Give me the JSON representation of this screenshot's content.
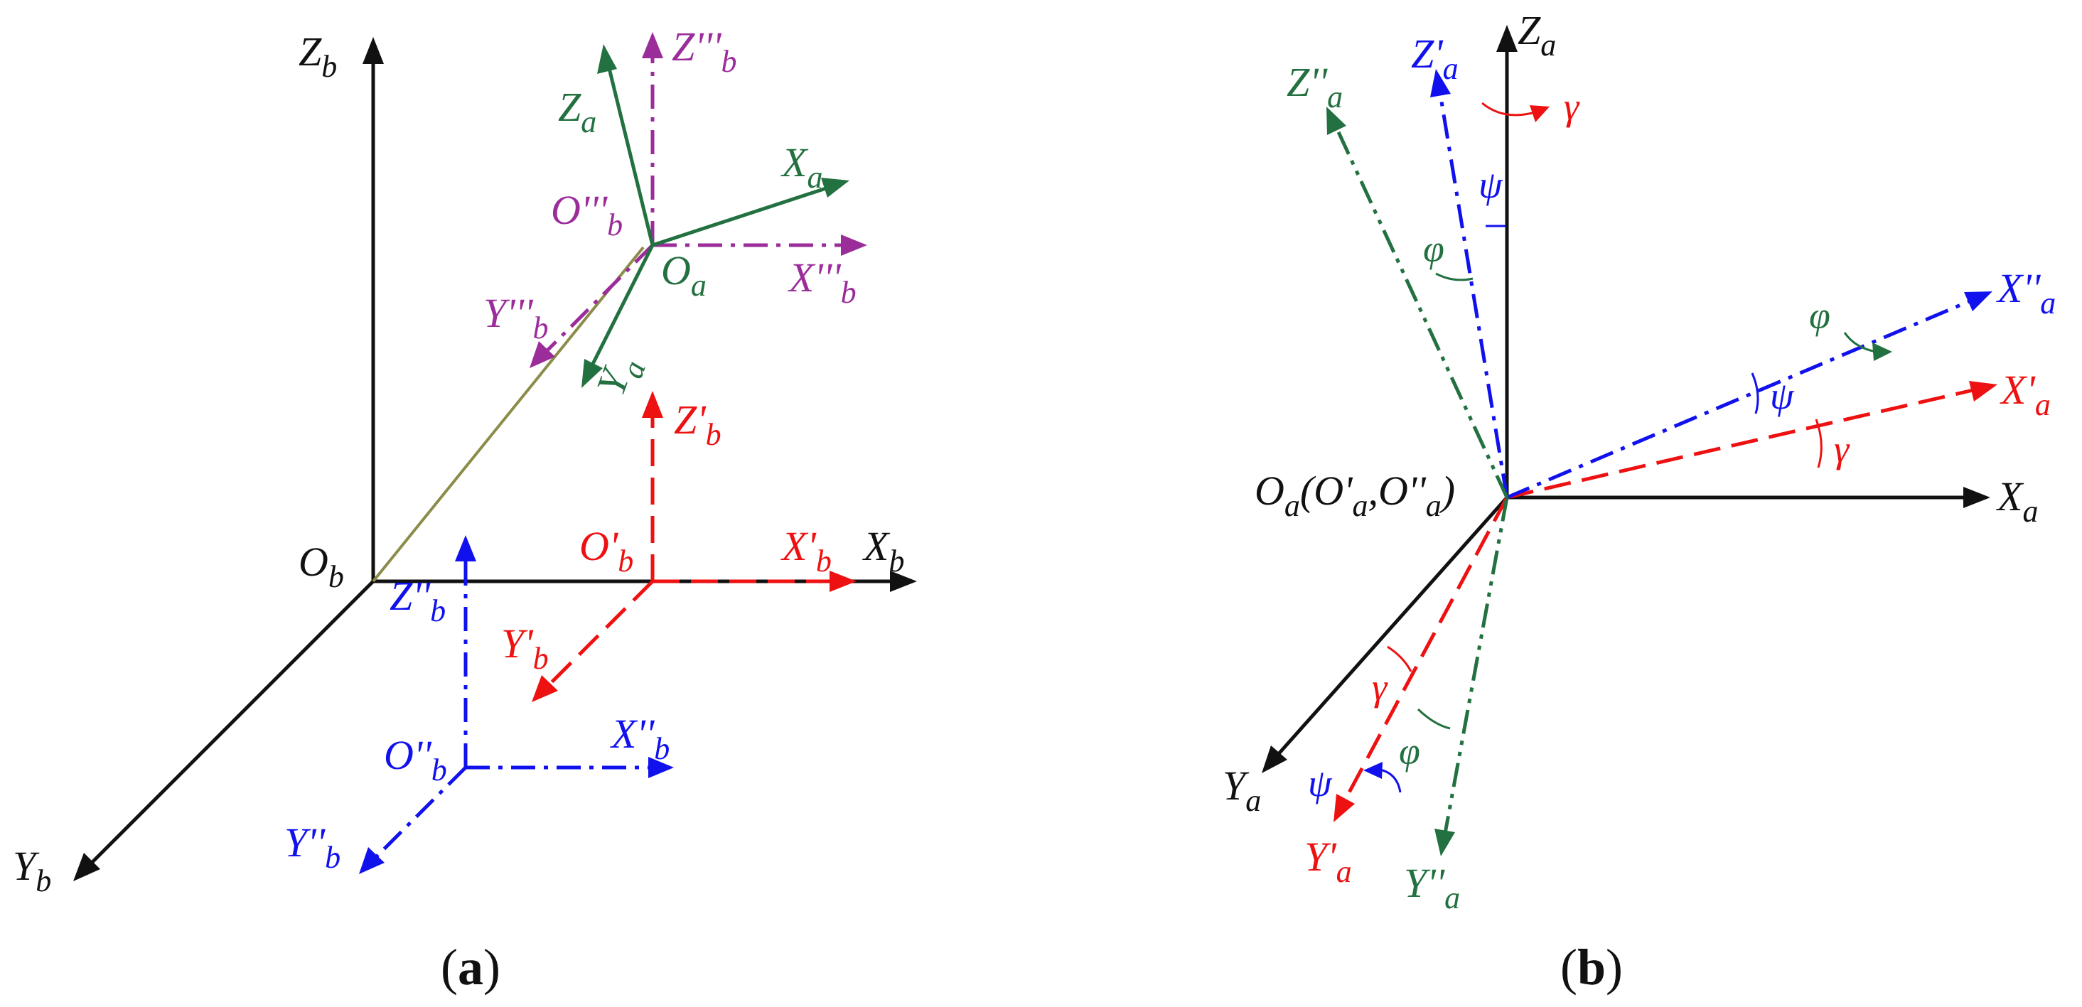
{
  "colors": {
    "black": "#111111",
    "red": "#ee1111",
    "blue": "#1111ee",
    "green": "#237040",
    "purple": "#9b2d9b",
    "olive": "#8c8c4a"
  },
  "panel_a": {
    "caption": {
      "open": "(",
      "letter": "a",
      "close": ")"
    },
    "frame_b": {
      "origin": {
        "base": "O",
        "sub": "b"
      },
      "x": {
        "base": "X",
        "sub": "b"
      },
      "y": {
        "base": "Y",
        "sub": "b"
      },
      "z": {
        "base": "Z",
        "sub": "b"
      }
    },
    "frame_b_prime": {
      "origin": {
        "base": "O'",
        "sub": "b"
      },
      "x": {
        "base": "X'",
        "sub": "b"
      },
      "y": {
        "base": "Y'",
        "sub": "b"
      },
      "z": {
        "base": "Z'",
        "sub": "b"
      }
    },
    "frame_b_double": {
      "origin": {
        "base": "O''",
        "sub": "b"
      },
      "x": {
        "base": "X''",
        "sub": "b"
      },
      "y": {
        "base": "Y''",
        "sub": "b"
      },
      "z": {
        "base": "Z''",
        "sub": "b"
      }
    },
    "frame_b_triple": {
      "origin": {
        "base": "O'''",
        "sub": "b"
      },
      "x": {
        "base": "X'''",
        "sub": "b"
      },
      "y": {
        "base": "Y'''",
        "sub": "b"
      },
      "z": {
        "base": "Z'''",
        "sub": "b"
      }
    },
    "frame_a": {
      "origin": {
        "base": "O",
        "sub": "a"
      },
      "x": {
        "base": "X",
        "sub": "a"
      },
      "y": {
        "base": "Y",
        "sub": "a"
      },
      "z": {
        "base": "Z",
        "sub": "a"
      }
    }
  },
  "panel_b": {
    "caption": {
      "open": "(",
      "letter": "b",
      "close": ")"
    },
    "origin": {
      "base": "O",
      "sub": "a",
      "rest": "(O'",
      "sub2": "a",
      "mid": ",O''",
      "sub3": "a",
      "end": ")"
    },
    "axes": {
      "x_a": {
        "base": "X",
        "sub": "a"
      },
      "y_a": {
        "base": "Y",
        "sub": "a"
      },
      "z_a": {
        "base": "Z",
        "sub": "a"
      },
      "x_a_prime": {
        "base": "X'",
        "sub": "a"
      },
      "y_a_prime": {
        "base": "Y'",
        "sub": "a"
      },
      "z_a_prime": {
        "base": "Z'",
        "sub": "a"
      },
      "x_a_double": {
        "base": "X''",
        "sub": "a"
      },
      "y_a_double": {
        "base": "Y''",
        "sub": "a"
      },
      "z_a_double": {
        "base": "Z''",
        "sub": "a"
      }
    },
    "angles": {
      "gamma": "γ",
      "psi": "ψ",
      "phi": "φ"
    }
  }
}
